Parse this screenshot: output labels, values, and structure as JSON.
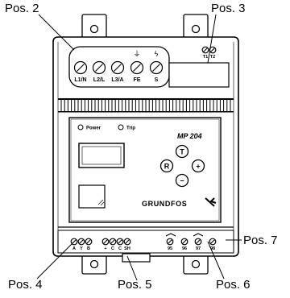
{
  "callouts": {
    "pos2": "Pos. 2",
    "pos3": "Pos. 3",
    "pos4": "Pos. 4",
    "pos5": "Pos. 5",
    "pos6": "Pos. 6",
    "pos7": "Pos. 7"
  },
  "device": {
    "model": "MP 204",
    "brand": "GRUNDFOS",
    "power_label": "Power",
    "trip_label": "Trip",
    "buttons": {
      "top": "T",
      "left": "R",
      "right": "+",
      "bottom": "−"
    },
    "main_terminals": [
      "L1/N",
      "L2/L",
      "L3/A",
      "FE",
      "S"
    ],
    "main_symbols": [
      "⏚",
      "ϟ"
    ],
    "sensor_terminals": [
      "T1",
      "T2"
    ],
    "bus_terminals": [
      "A",
      "Y",
      "B"
    ],
    "io_terminals": [
      "+",
      "C",
      "C",
      "SH"
    ],
    "relay_a_terminals": [
      "95",
      "96"
    ],
    "relay_b_terminals": [
      "97",
      "98"
    ]
  },
  "colors": {
    "outline": "#000000",
    "background": "#ffffff"
  }
}
